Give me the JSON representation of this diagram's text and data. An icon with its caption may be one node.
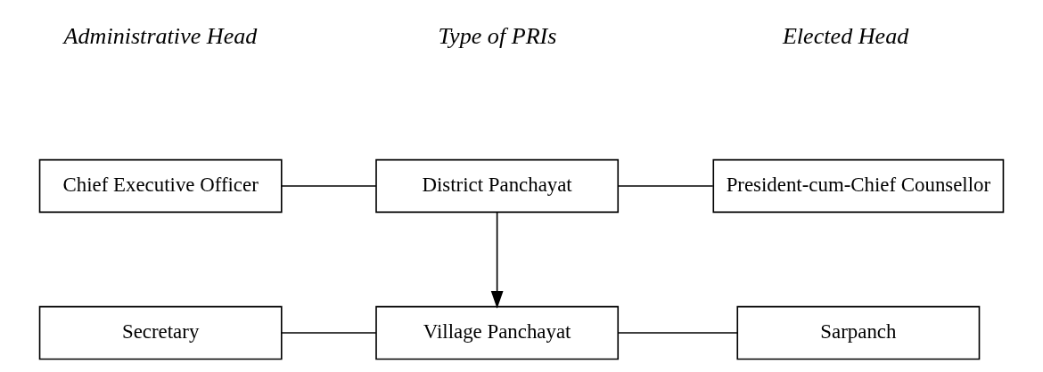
{
  "diagram": {
    "nodes": [
      {
        "text": [
          "Chief Executive Officer"
        ]
      },
      {
        "text": [
          "District Panchayat"
        ]
      },
      {
        "text": [
          "President-cum-Chief Counsellor"
        ]
      },
      {
        "text": [
          "Secretary"
        ]
      },
      {
        "text": [
          "Village Panchayat"
        ]
      },
      {
        "text": [
          "Sarpanch"
        ]
      }
    ],
    "edges": [
      {
        "from": 0,
        "to": 1,
        "arrow": "none"
      },
      {
        "from": 1,
        "to": 2,
        "arrow": "none"
      },
      {
        "from": 1,
        "to": 4,
        "arrow": "to"
      },
      {
        "from": 3,
        "to": 4,
        "arrow": "none"
      },
      {
        "from": 4,
        "to": 5,
        "arrow": "none"
      }
    ],
    "labels": [
      "Administrative Head",
      "Type of PRIs",
      "Elected Head"
    ]
  }
}
